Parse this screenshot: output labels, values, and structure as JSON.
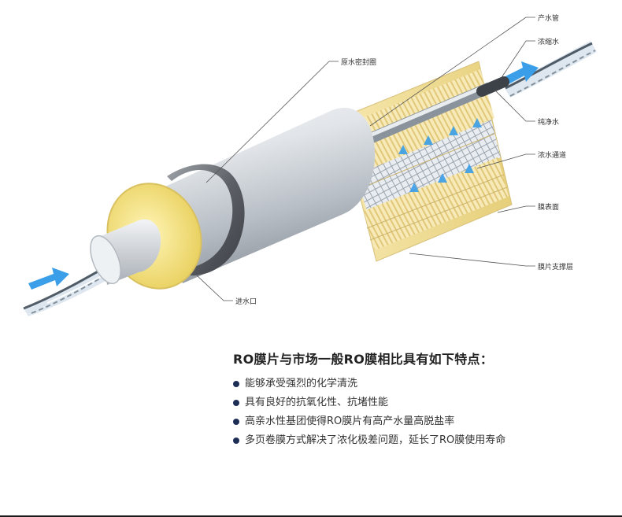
{
  "callouts": {
    "product_tube": "产水管",
    "concentrate": "浓缩水",
    "raw_seal": "原水密封圈",
    "pure_water": "纯净水",
    "concentrate_channel": "浓水通道",
    "membrane_surface": "膜表面",
    "support_layer": "膜片支撑层",
    "inlet": "进水口"
  },
  "features": {
    "title": "RO膜片与市场一般RO膜相比具有如下特点：",
    "items": [
      "能够承受强烈的化学清洗",
      "具有良好的抗氧化性、抗堵性能",
      "高亲水性基团使得RO膜片有高产水量高脱盐率",
      "多页卷膜方式解决了浓化极差问题，延长了RO膜使用寿命"
    ]
  },
  "colors": {
    "bullet": "#1d2e57",
    "arrow_blue": "#3a9ee8",
    "foam_yellow": "#f3e38a",
    "steel": "#c9ced4"
  }
}
